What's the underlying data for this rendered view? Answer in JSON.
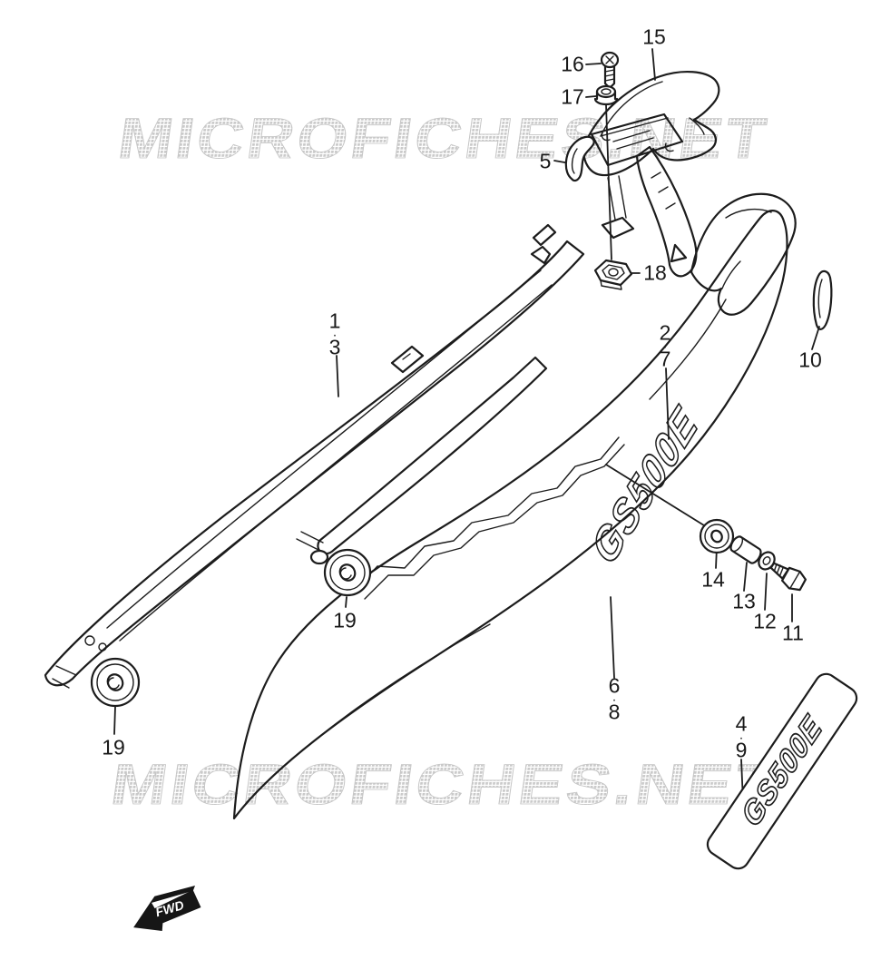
{
  "page": {
    "background": "#ffffff",
    "ink": "#1c1c1c"
  },
  "watermark": {
    "text": "MICROFICHES.NET",
    "color": "#c8c8c8"
  },
  "labels": {
    "separator": "·",
    "fwd": "FWD",
    "logo": "GS500E"
  },
  "callouts": {
    "c15": "15",
    "c16": "16",
    "c17": "17",
    "c5": "5",
    "c18": "18",
    "c1": "1",
    "c3": "3",
    "c2": "2",
    "c7": "7",
    "c10": "10",
    "c14": "14",
    "c13": "13",
    "c12": "12",
    "c11": "11",
    "c19_mid": "19",
    "c19_left": "19",
    "c6": "6",
    "c8": "8",
    "c4": "4",
    "c9": "9"
  }
}
